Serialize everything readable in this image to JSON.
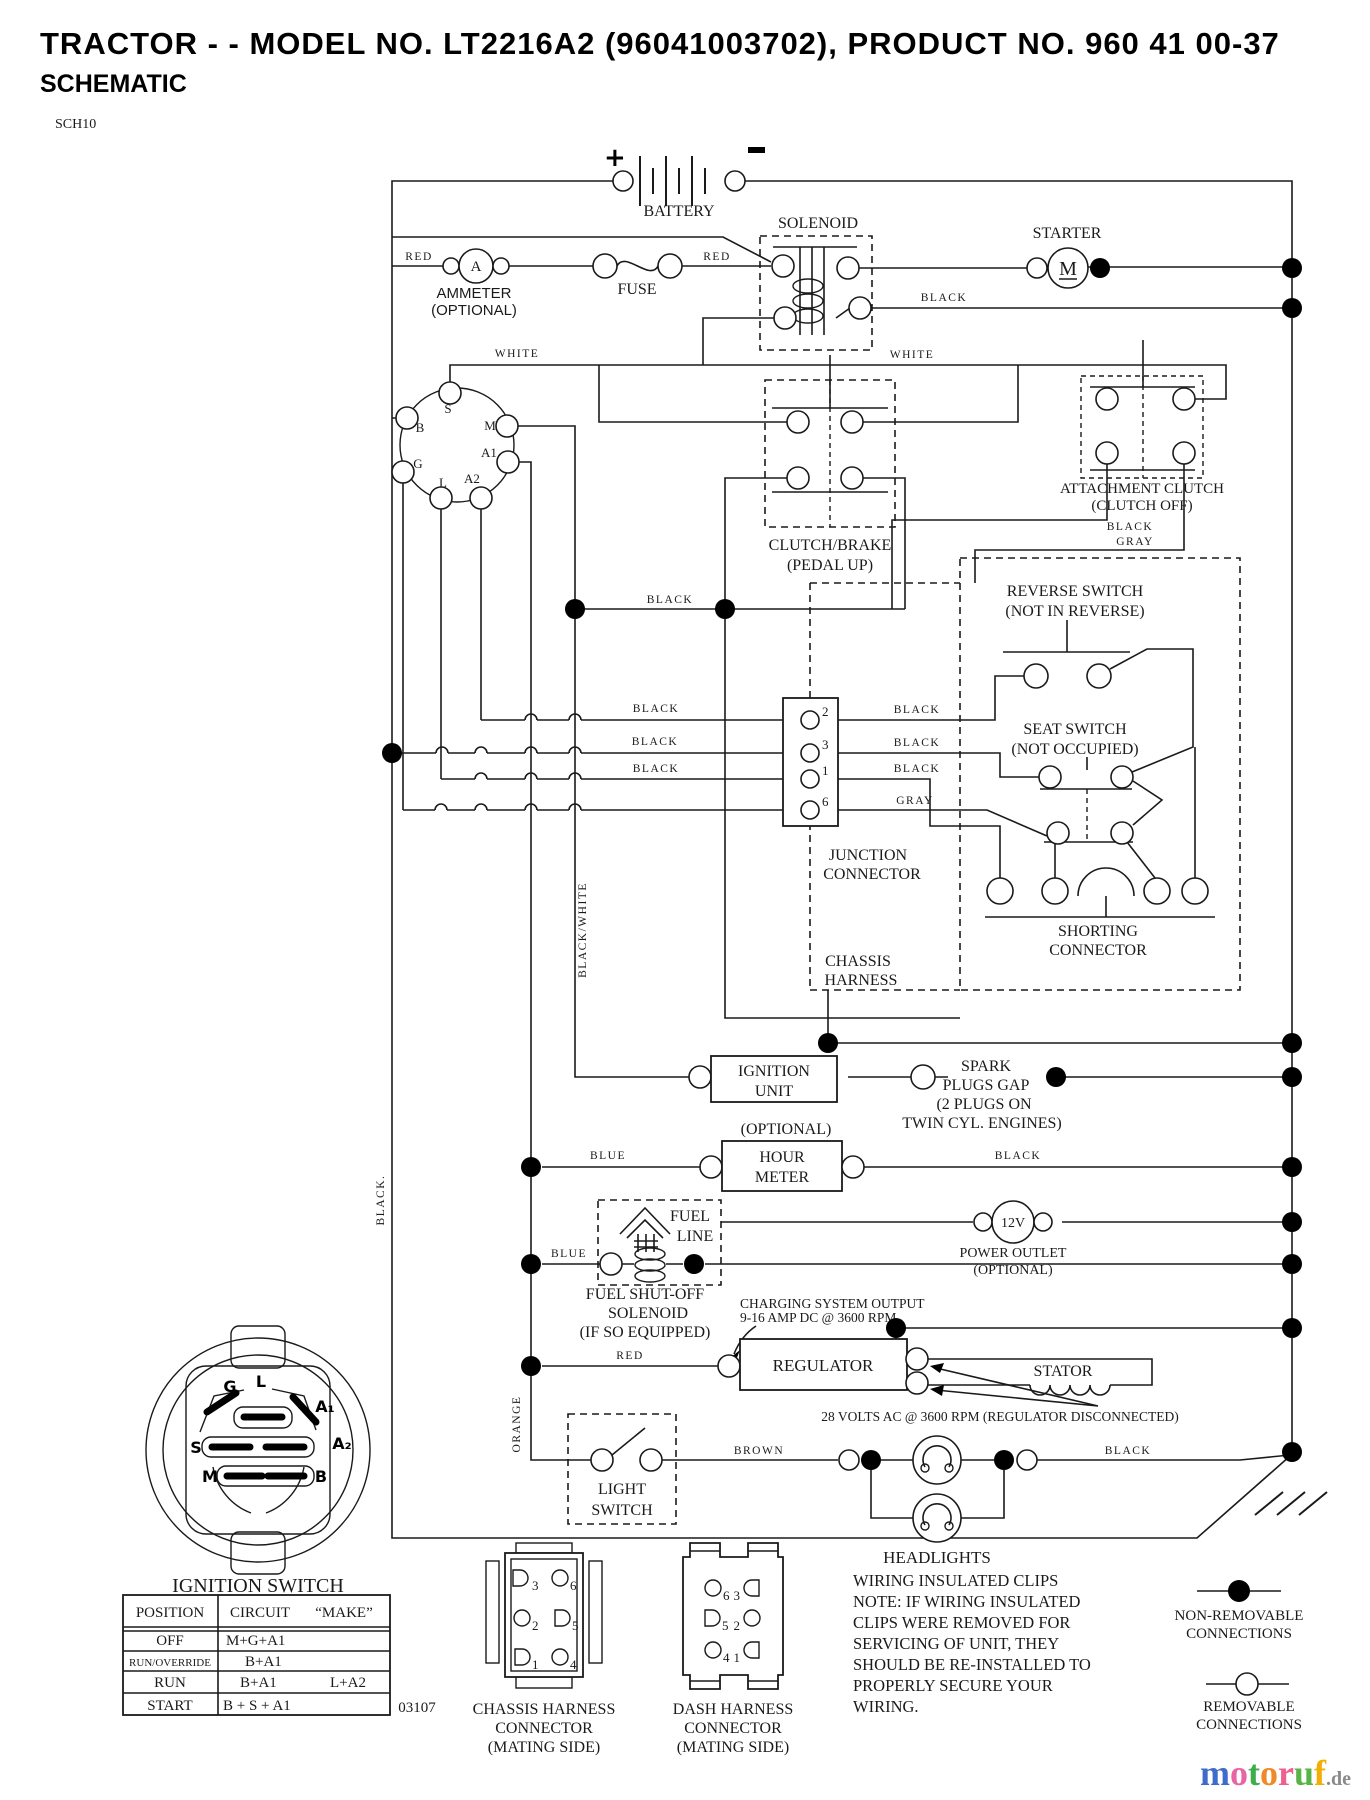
{
  "header": {
    "title": "TRACTOR - - MODEL NO. LT2216A2 (96041003702), PRODUCT NO. 960 41 00-37",
    "subtitle": "SCHEMATIC",
    "sheet": "SCH10"
  },
  "battery": {
    "label": "BATTERY",
    "plus": "+",
    "minus": "−"
  },
  "solenoid": {
    "label": "SOLENOID"
  },
  "starter": {
    "label": "STARTER",
    "symbol": "M"
  },
  "ammeter": {
    "line1": "AMMETER",
    "line2": "(OPTIONAL)",
    "symbol": "A"
  },
  "fuse": {
    "label": "FUSE"
  },
  "ignition_switch_schematic": {
    "s": "S",
    "b": "B",
    "m": "M",
    "a1": "A1",
    "g": "G",
    "l": "L",
    "a2": "A2"
  },
  "clutch_brake": {
    "line1": "CLUTCH/BRAKE",
    "line2": "(PEDAL UP)"
  },
  "attachment_clutch": {
    "line1": "ATTACHMENT CLUTCH",
    "line2": "(CLUTCH OFF)"
  },
  "reverse_switch": {
    "line1": "REVERSE SWITCH",
    "line2": "(NOT IN REVERSE)"
  },
  "seat_switch": {
    "line1": "SEAT SWITCH",
    "line2": "(NOT OCCUPIED)"
  },
  "junction_connector": {
    "line1": "JUNCTION",
    "line2": "CONNECTOR",
    "pins": [
      "2",
      "3",
      "1",
      "6"
    ]
  },
  "shorting_connector": {
    "line1": "SHORTING",
    "line2": "CONNECTOR"
  },
  "chassis_harness": {
    "line1": "CHASSIS",
    "line2": "HARNESS"
  },
  "ignition_unit": {
    "line1": "IGNITION",
    "line2": "UNIT"
  },
  "spark_plugs": {
    "line1": "SPARK",
    "line2": "PLUGS GAP",
    "line3": "(2 PLUGS ON",
    "line4": "TWIN CYL. ENGINES)"
  },
  "hour_meter": {
    "optional": "(OPTIONAL)",
    "line1": "HOUR",
    "line2": "METER"
  },
  "power_outlet": {
    "symbol": "12V",
    "line1": "POWER OUTLET",
    "line2": "(OPTIONAL)"
  },
  "fuel_line": {
    "line1": "FUEL",
    "line2": "LINE"
  },
  "fuel_solenoid": {
    "line1": "FUEL SHUT-OFF",
    "line2": "SOLENOID",
    "line3": "(IF SO EQUIPPED)"
  },
  "charging": {
    "line1": "CHARGING SYSTEM OUTPUT",
    "line2": "9-16 AMP DC @ 3600 RPM"
  },
  "regulator": {
    "label": "REGULATOR"
  },
  "stator": {
    "label": "STATOR",
    "note": "28 VOLTS AC @ 3600 RPM (REGULATOR DISCONNECTED)"
  },
  "light_switch": {
    "line1": "LIGHT",
    "line2": "SWITCH"
  },
  "headlights": {
    "label": "HEADLIGHTS"
  },
  "wire_labels": {
    "red_ammeter": "RED",
    "red_solenoid": "RED",
    "black_starter": "BLACK",
    "white_ignition": "WHITE",
    "white_clutch": "WHITE",
    "black_attachment": "BLACK",
    "gray_attachment": "GRAY",
    "black_row1": "BLACK",
    "black_row2": "BLACK",
    "black_row3": "BLACK",
    "black_row4": "BLACK",
    "black_pin2": "BLACK",
    "black_pin3": "BLACK",
    "black_pin1": "BLACK",
    "gray_pin6": "GRAY",
    "black_white_vertical": "BLACK/WHITE",
    "black_vertical": "BLACK.",
    "blue_hour": "BLUE",
    "black_hour": "BLACK",
    "blue_fuel": "BLUE",
    "red_regulator": "RED",
    "orange_vertical": "ORANGE",
    "brown_light": "BROWN",
    "black_headlights": "BLACK"
  },
  "ignition_switch_face": {
    "title": "IGNITION SWITCH",
    "g": "G",
    "l": "L",
    "a1": "A₁",
    "a2": "A₂",
    "s": "S",
    "m": "M",
    "b": "B"
  },
  "table": {
    "col_position": "POSITION",
    "col_circuit": "CIRCUIT",
    "col_make": "“MAKE”",
    "rows": [
      {
        "position": "OFF",
        "circuit": "M+G+A1",
        "make": ""
      },
      {
        "position": "RUN/OVERRIDE",
        "circuit": "B+A1",
        "make": ""
      },
      {
        "position": "RUN",
        "circuit": "B+A1",
        "make": "L+A2"
      },
      {
        "position": "START",
        "circuit": "B + S + A1",
        "make": ""
      }
    ],
    "doc_number": "03107"
  },
  "chassis_connector": {
    "line1": "CHASSIS HARNESS",
    "line2": "CONNECTOR",
    "line3": "(MATING SIDE)",
    "pins": [
      "3",
      "6",
      "2",
      "5",
      "1",
      "4"
    ]
  },
  "dash_connector": {
    "line1": "DASH HARNESS",
    "line2": "CONNECTOR",
    "line3": "(MATING SIDE)",
    "pins": [
      "6",
      "3",
      "5",
      "2",
      "4",
      "1"
    ]
  },
  "note": {
    "lines": [
      "WIRING INSULATED CLIPS",
      "NOTE:  IF WIRING INSULATED",
      "CLIPS WERE REMOVED FOR",
      "SERVICING OF UNIT, THEY",
      "SHOULD BE RE-INSTALLED TO",
      "PROPERLY SECURE YOUR",
      " WIRING."
    ]
  },
  "legend": {
    "nonremovable_line1": "NON-REMOVABLE",
    "nonremovable_line2": "CONNECTIONS",
    "removable_line1": "REMOVABLE",
    "removable_line2": "CONNECTIONS"
  },
  "logo": {
    "letters": [
      {
        "ch": "m",
        "color": "#3f6bcd"
      },
      {
        "ch": "o",
        "color": "#e765a6"
      },
      {
        "ch": "t",
        "color": "#3cae4a"
      },
      {
        "ch": "o",
        "color": "#f08a28"
      },
      {
        "ch": "r",
        "color": "#ee5f92"
      },
      {
        "ch": "u",
        "color": "#59b348"
      },
      {
        "ch": "f",
        "color": "#f2ae06"
      }
    ],
    "suffix": ".de"
  }
}
